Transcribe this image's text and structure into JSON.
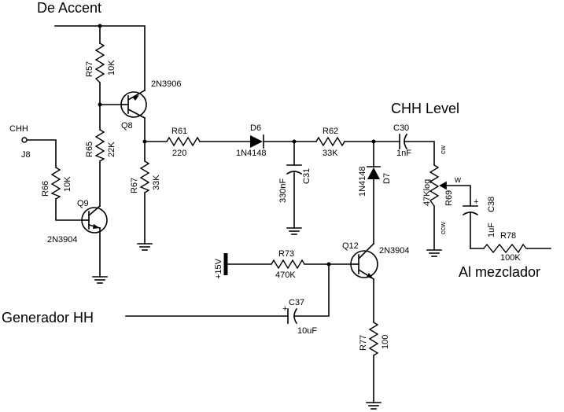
{
  "labels": {
    "de_accent": "De Accent",
    "chh": "CHH",
    "j8": "J8",
    "chh_level": "CHH Level",
    "generador_hh": "Generador HH",
    "al_mezclador": "Al mezclador",
    "plus15v": "+15V"
  },
  "components": {
    "r57": {
      "ref": "R57",
      "value": "10K"
    },
    "r65": {
      "ref": "R65",
      "value": "22K"
    },
    "r66": {
      "ref": "R66",
      "value": "10K"
    },
    "r61": {
      "ref": "R61",
      "value": "220"
    },
    "r67": {
      "ref": "R67",
      "value": "33K"
    },
    "r62": {
      "ref": "R62",
      "value": "33K"
    },
    "r69": {
      "ref": "R69",
      "value": "47Klog"
    },
    "r73": {
      "ref": "R73",
      "value": "470K"
    },
    "r77": {
      "ref": "R77",
      "value": "100"
    },
    "r78": {
      "ref": "R78",
      "value": "100K"
    },
    "q8": {
      "ref": "Q8",
      "value": "2N3906"
    },
    "q9": {
      "ref": "Q9",
      "value": "2N3904"
    },
    "q12": {
      "ref": "Q12",
      "value": "2N3904"
    },
    "d6": {
      "ref": "D6",
      "value": "1N4148"
    },
    "d7": {
      "ref": "D7",
      "value": "1N4148"
    },
    "c30": {
      "ref": "C30",
      "value": "1nF"
    },
    "c31": {
      "ref": "C31",
      "value": "330nF"
    },
    "c37": {
      "ref": "C37",
      "value": "10uF"
    },
    "c38": {
      "ref": "C38",
      "value": "1uF"
    }
  },
  "pot_pins": {
    "w": "w",
    "cw": "cw",
    "ccw": "ccw"
  },
  "colors": {
    "ink": "#000000",
    "background": "#ffffff"
  }
}
